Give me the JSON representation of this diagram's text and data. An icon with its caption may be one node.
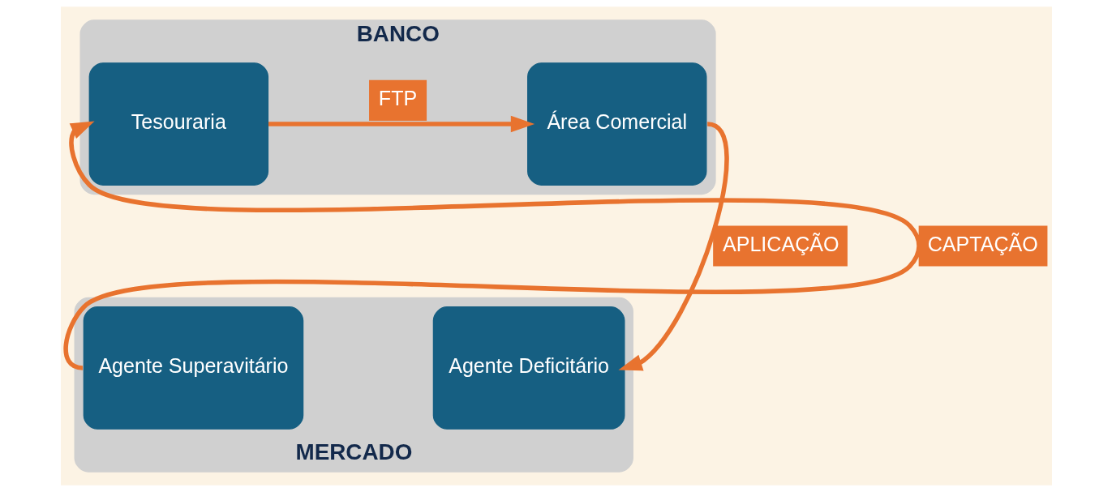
{
  "diagram": {
    "nodes": [
      {
        "text": [
          "BANCO"
        ]
      },
      {
        "text": [
          "Tesouraria"
        ],
        "in": 0
      },
      {
        "text": [
          "Área Comercial"
        ],
        "in": 0
      },
      {
        "text": [
          "MERCADO"
        ]
      },
      {
        "text": [
          "Agente Superavitário"
        ],
        "in": 3
      },
      {
        "text": [
          "Agente Deficitário"
        ],
        "in": 3
      }
    ],
    "edges": [
      {
        "from": 4,
        "to": 1,
        "arrow": "to",
        "label": "CAPTAÇÃO"
      },
      {
        "from": 1,
        "to": 2,
        "arrow": "to",
        "label": "FTP"
      },
      {
        "from": 2,
        "to": 5,
        "arrow": "to",
        "label": "APLICAÇÃO"
      }
    ]
  }
}
